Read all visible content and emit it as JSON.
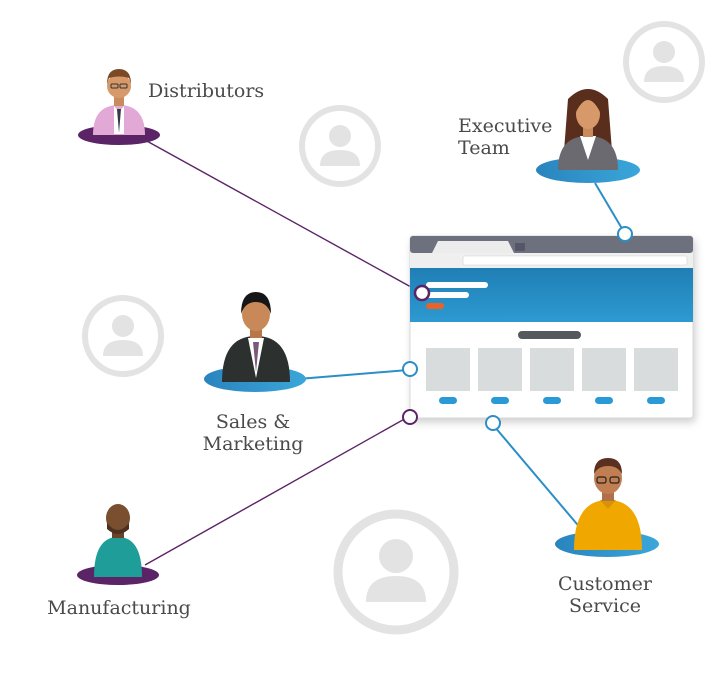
{
  "groups": {
    "distributors": {
      "label": "Distributors"
    },
    "executive": {
      "line1": "Executive",
      "line2": "Team"
    },
    "sales": {
      "line1": "Sales &",
      "line2": "Marketing"
    },
    "manufacturing": {
      "label": "Manufacturing"
    },
    "customer": {
      "line1": "Customer",
      "line2": "Service"
    }
  },
  "colors": {
    "purple": "#5b2466",
    "blue": "#2b8fc6",
    "ghost": "#e3e3e3",
    "browser_header": "#2a8cc0",
    "accent_orange": "#e8622a",
    "gray_tile": "#d9dcdd"
  },
  "icons": [
    "user-placeholder-icon",
    "browser-window-icon"
  ]
}
